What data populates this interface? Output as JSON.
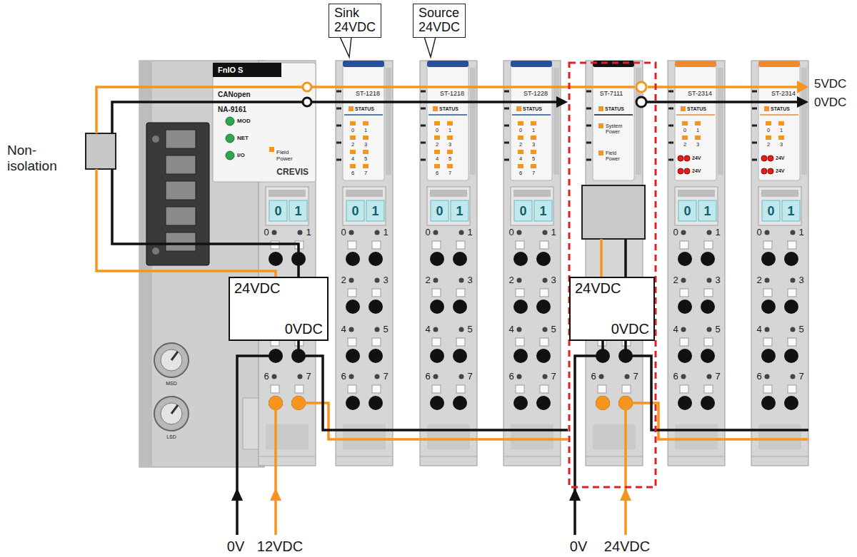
{
  "diagram": {
    "nodes": [
      {
        "text": [
          "Sink 24VDC"
        ]
      },
      {
        "text": [
          "Source 24VDC"
        ]
      },
      {
        "text": [
          "24VDC",
          "0VDC"
        ]
      },
      {
        "text": [
          "24VDC",
          "0VDC"
        ]
      }
    ],
    "labels": [
      "FnIO S",
      "CANopen",
      "NA-9161",
      "MOD",
      "NET",
      "I/O",
      "Field Power",
      "CREVIS",
      "5VDC",
      "0VDC",
      "Non-isolation",
      "ST-1218",
      "STATUS",
      "0",
      "1",
      "2",
      "3",
      "4",
      "5",
      "6",
      "7",
      "0",
      "1",
      "0",
      "1",
      "2",
      "3",
      "4",
      "5",
      "6",
      "7",
      "ST-1218",
      "STATUS",
      "0",
      "1",
      "2",
      "3",
      "4",
      "5",
      "6",
      "7",
      "0",
      "1",
      "0",
      "1",
      "2",
      "3",
      "4",
      "5",
      "6",
      "7",
      "ST-1228",
      "STATUS",
      "0",
      "1",
      "2",
      "3",
      "4",
      "5",
      "6",
      "7",
      "0",
      "1",
      "0",
      "1",
      "2",
      "3",
      "4",
      "5",
      "6",
      "7",
      "ST-7111",
      "STATUS",
      "System Power",
      "Field Power",
      "6",
      "7",
      "ST-2314",
      "STATUS",
      "0",
      "1",
      "2",
      "3",
      "24V",
      "24V",
      "0",
      "1",
      "0",
      "1",
      "2",
      "3",
      "4",
      "5",
      "6",
      "7",
      "ST-2314",
      "STATUS",
      "0",
      "1",
      "2",
      "3",
      "24V",
      "24V",
      "0",
      "1",
      "0",
      "1",
      "2",
      "3",
      "4",
      "5",
      "6",
      "7",
      "0",
      "1",
      "0",
      "1",
      "6",
      "7",
      "MSD",
      "LSD",
      "0V",
      "12VDC",
      "0V",
      "24VDC"
    ]
  }
}
